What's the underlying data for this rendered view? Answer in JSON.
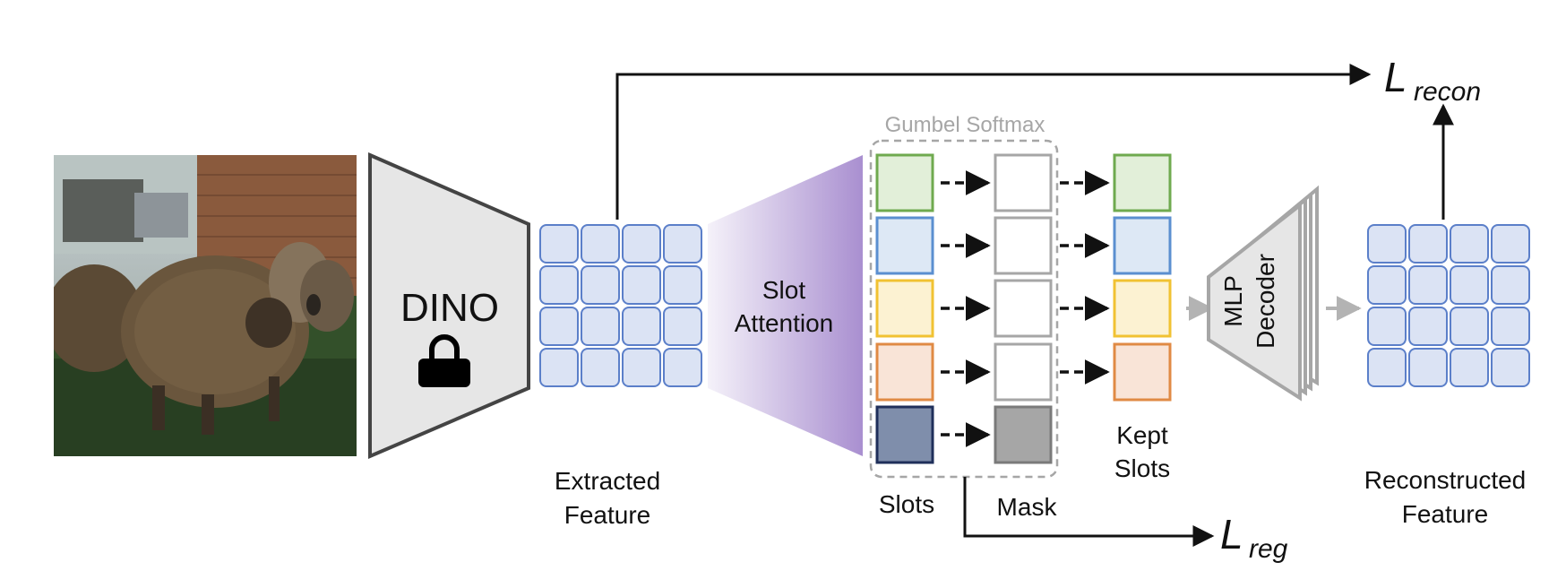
{
  "colors": {
    "grid_fill": "#dbe3f4",
    "grid_stroke": "#5b7fc9",
    "encoder_fill": "#e6e6e6",
    "encoder_stroke": "#444444",
    "slot_green": "#6faa4f",
    "slot_green_fill": "#e2efd9",
    "slot_blue": "#5b8fd0",
    "slot_blue_fill": "#dde8f5",
    "slot_yellow": "#f1c232",
    "slot_yellow_fill": "#fcf2d2",
    "slot_orange": "#e08a44",
    "slot_orange_fill": "#f9e4d7",
    "slot_dark_stroke": "#1f2f5a",
    "slot_dark_fill": "#7f8eab",
    "mask_gray": "#a6a6a6",
    "attention_purple": "#a98fd0",
    "gumbel_gray": "#a6a6a6",
    "arrow_gray": "#b3b3b3"
  },
  "image": {
    "description": "sheep-photo"
  },
  "encoder": {
    "label": "DINO",
    "icon": "lock-icon"
  },
  "labels": {
    "extracted": [
      "Extracted",
      "Feature"
    ],
    "slot_attention": [
      "Slot",
      "Attention"
    ],
    "gumbel": "Gumbel Softmax",
    "slots": "Slots",
    "mask": "Mask",
    "kept": [
      "Kept",
      "Slots"
    ],
    "decoder": [
      "MLP",
      "Decoder"
    ],
    "reconstructed": [
      "Reconstructed",
      "Feature"
    ]
  },
  "losses": {
    "recon": {
      "symbol": "L",
      "subscript": "recon"
    },
    "reg": {
      "symbol": "L",
      "subscript": "reg"
    }
  }
}
